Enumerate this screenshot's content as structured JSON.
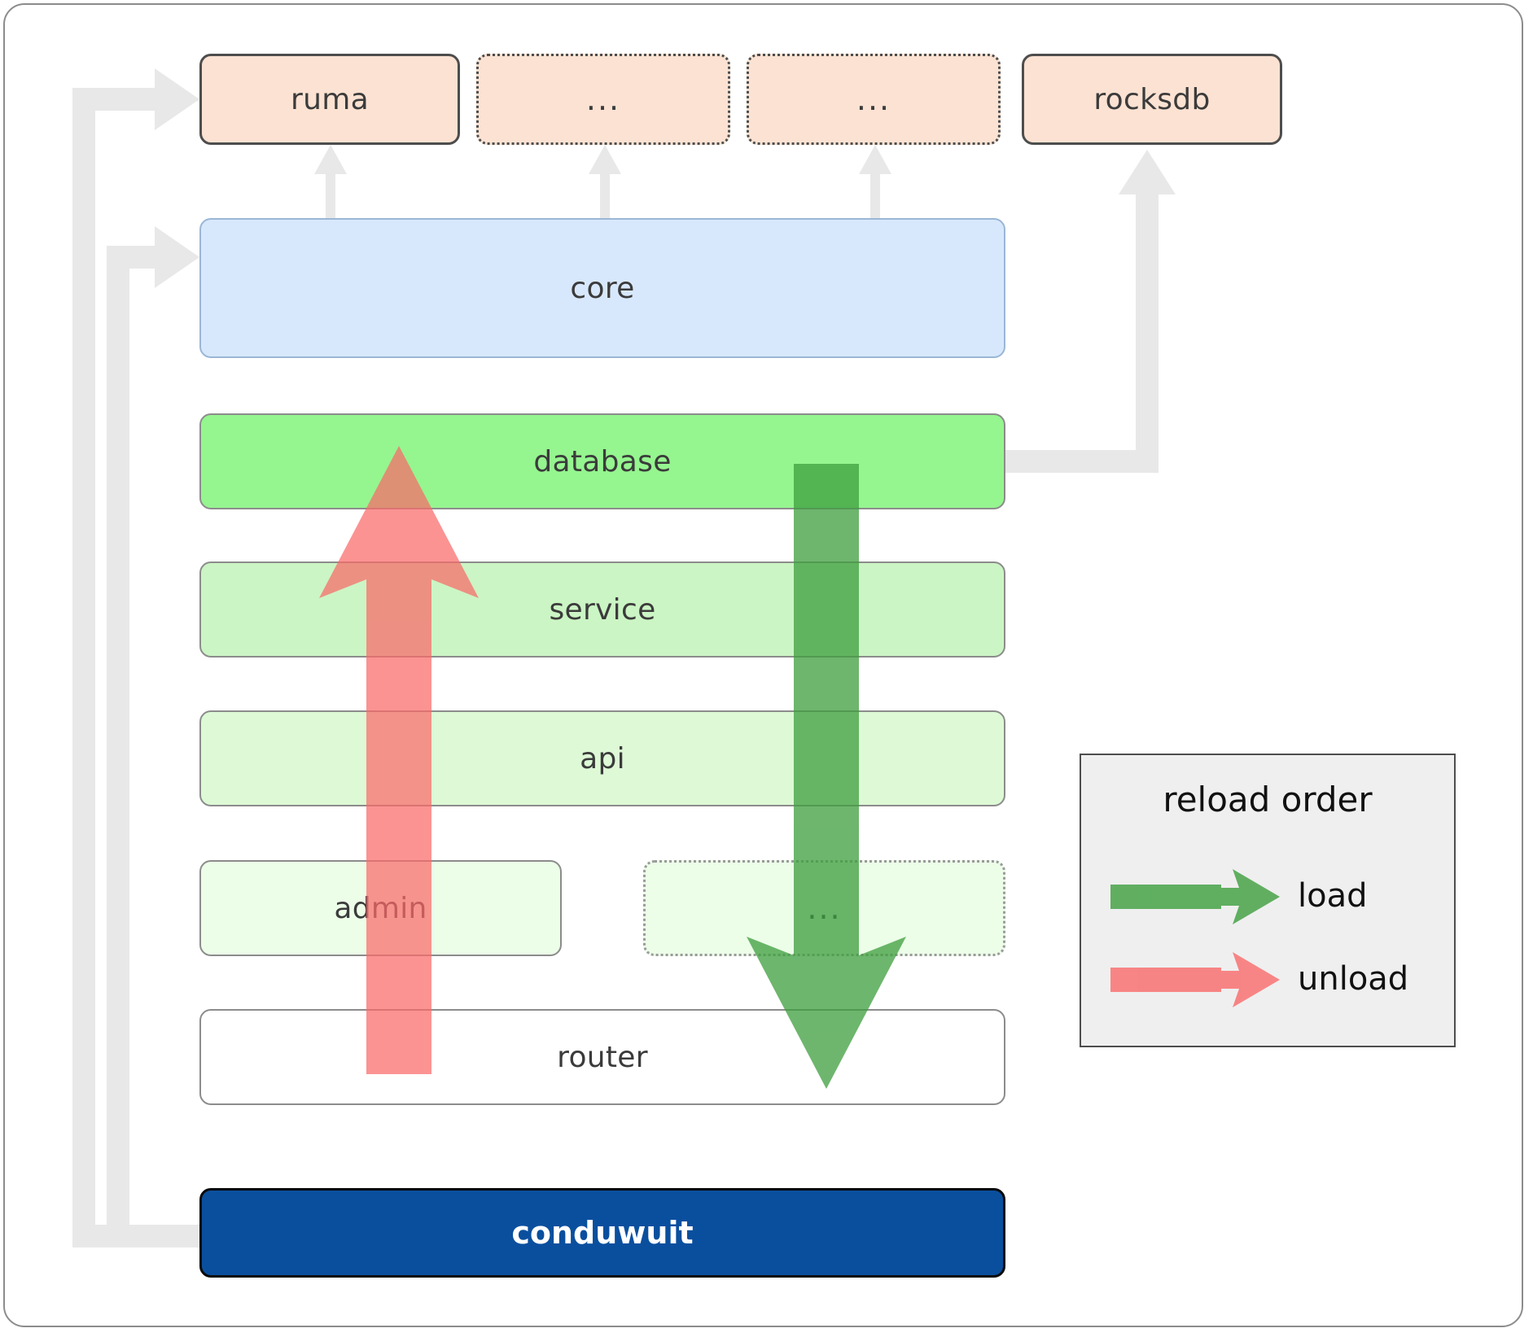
{
  "diagram": {
    "title": "conduwuit crate architecture / reload order",
    "dependencies": [
      {
        "id": "ruma",
        "label": "ruma",
        "style": "solid",
        "color": "#fce2d2"
      },
      {
        "id": "dep-2",
        "label": "...",
        "style": "dotted",
        "color": "#fce2d2"
      },
      {
        "id": "dep-3",
        "label": "...",
        "style": "dotted",
        "color": "#fce2d2"
      },
      {
        "id": "rocksdb",
        "label": "rocksdb",
        "style": "solid",
        "color": "#fce2d2"
      }
    ],
    "layers": [
      {
        "id": "core",
        "label": "core",
        "color": "#d8e8fc",
        "style": "solid"
      },
      {
        "id": "database",
        "label": "database",
        "color": "#95f58f",
        "style": "solid"
      },
      {
        "id": "service",
        "label": "service",
        "color": "#cbf5c4",
        "style": "solid"
      },
      {
        "id": "api",
        "label": "api",
        "color": "#ddf9d6",
        "style": "solid"
      },
      {
        "id": "admin",
        "label": "admin",
        "color": "#ecfde8",
        "style": "solid"
      },
      {
        "id": "more",
        "label": "...",
        "color": "#ecfde8",
        "style": "dotted"
      },
      {
        "id": "router",
        "label": "router",
        "color": "#ffffff",
        "style": "solid"
      }
    ],
    "application": {
      "id": "conduwuit",
      "label": "conduwuit",
      "color": "#0a4f9e",
      "text_color": "#ffffff"
    },
    "legend": {
      "title": "reload order",
      "entries": [
        {
          "id": "load",
          "label": "load",
          "color": "#5cb85c",
          "direction": "down"
        },
        {
          "id": "unload",
          "label": "unload",
          "color": "#fa8282",
          "direction": "up"
        }
      ],
      "background": "#efefef",
      "border": "#4d4d4d"
    },
    "flow": {
      "load_arrow": {
        "color": "#5cb85c",
        "orientation": "down",
        "from": "database",
        "to": "router"
      },
      "unload_arrow": {
        "color": "#fa8282",
        "orientation": "up",
        "from": "router",
        "to": "database"
      }
    },
    "connector_color": "#e8e8e8"
  }
}
